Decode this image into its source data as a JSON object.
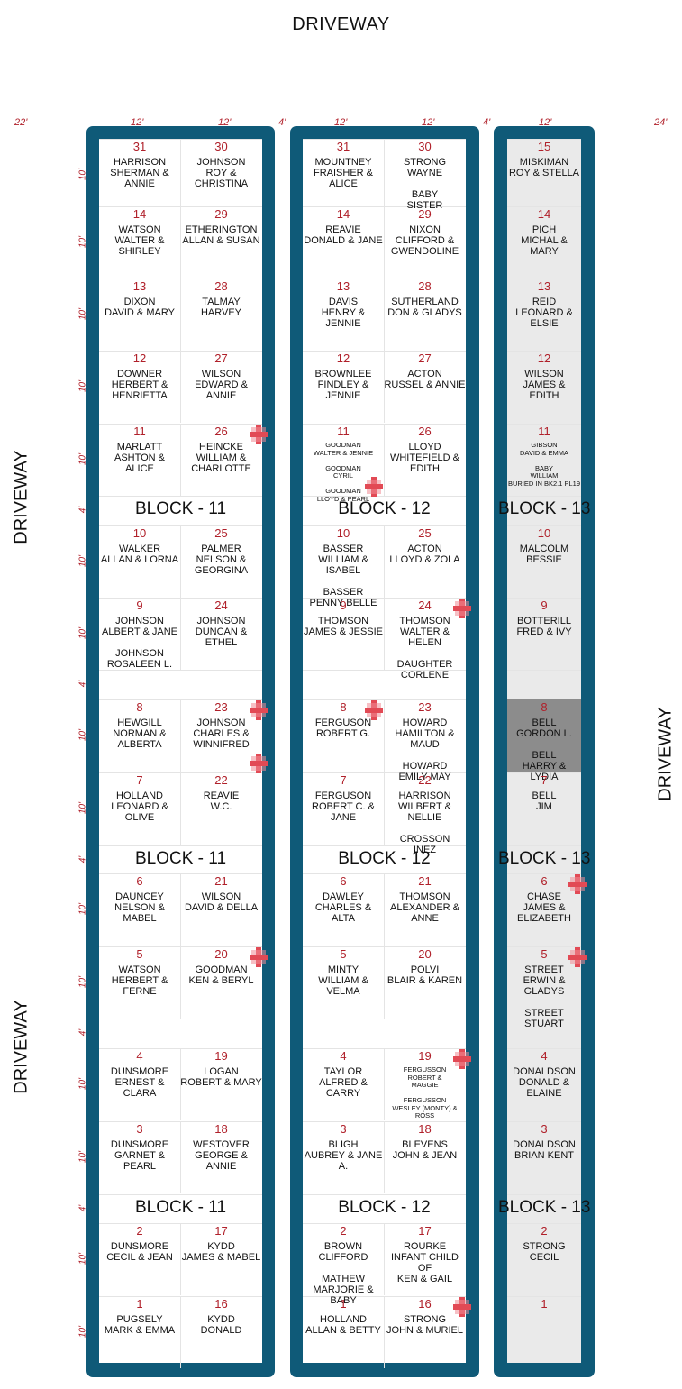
{
  "driveways": {
    "top": "DRIVEWAY",
    "left_upper": "DRIVEWAY",
    "left_lower": "DRIVEWAY",
    "right": "DRIVEWAY"
  },
  "measurements": {
    "col_left_margin": "22'",
    "col_a": "12'",
    "col_b": "12'",
    "gap1": "4'",
    "col_c": "12'",
    "col_d": "12'",
    "gap2": "4'",
    "col_e": "12'",
    "col_right_margin": "24'"
  },
  "row_labels": [
    "10'",
    "10'",
    "10'",
    "10'",
    "10'",
    "4'",
    "10'",
    "10'",
    "4'",
    "10'",
    "10'",
    "4'",
    "10'",
    "10'",
    "4'",
    "10'",
    "10'",
    "4'",
    "10'",
    "10'"
  ],
  "blocks": [
    {
      "labels": [
        "BLOCK - 11",
        "BLOCK - 11",
        "BLOCK - 11"
      ],
      "left": [
        {
          "num": "31",
          "name": "HARRISON\nSHERMAN & ANNIE"
        },
        {
          "num": "14",
          "name": "WATSON\nWALTER & SHIRLEY"
        },
        {
          "num": "13",
          "name": "DIXON\nDAVID & MARY"
        },
        {
          "num": "12",
          "name": "DOWNER\nHERBERT &\nHENRIETTA"
        },
        {
          "num": "11",
          "name": "MARLATT\nASHTON & ALICE"
        },
        {
          "num": "10",
          "name": "WALKER\nALLAN & LORNA"
        },
        {
          "num": "9",
          "name": "JOHNSON\nALBERT & JANE\n\nJOHNSON\nROSALEEN L."
        },
        {
          "num": "8",
          "name": "HEWGILL\nNORMAN &\nALBERTA"
        },
        {
          "num": "7",
          "name": "HOLLAND\nLEONARD & OLIVE"
        },
        {
          "num": "6",
          "name": "DAUNCEY\nNELSON & MABEL"
        },
        {
          "num": "5",
          "name": "WATSON\nHERBERT & FERNE"
        },
        {
          "num": "4",
          "name": "DUNSMORE\nERNEST & CLARA"
        },
        {
          "num": "3",
          "name": "DUNSMORE\nGARNET & PEARL"
        },
        {
          "num": "2",
          "name": "DUNSMORE\nCECIL & JEAN"
        },
        {
          "num": "1",
          "name": "PUGSELY\nMARK & EMMA"
        }
      ],
      "right": [
        {
          "num": "30",
          "name": "JOHNSON\nROY & CHRISTINA"
        },
        {
          "num": "29",
          "name": "ETHERINGTON\nALLAN & SUSAN"
        },
        {
          "num": "28",
          "name": "TALMAY\nHARVEY"
        },
        {
          "num": "27",
          "name": "WILSON\nEDWARD & ANNIE"
        },
        {
          "num": "26",
          "name": "HEINCKE\nWILLIAM &\nCHARLOTTE"
        },
        {
          "num": "25",
          "name": "PALMER\nNELSON &\nGEORGINA"
        },
        {
          "num": "24",
          "name": "JOHNSON\nDUNCAN & ETHEL"
        },
        {
          "num": "23",
          "name": "JOHNSON\nCHARLES &\nWINNIFRED"
        },
        {
          "num": "22",
          "name": "REAVIE\nW.C."
        },
        {
          "num": "21",
          "name": "WILSON\nDAVID & DELLA"
        },
        {
          "num": "20",
          "name": "GOODMAN\nKEN & BERYL"
        },
        {
          "num": "19",
          "name": "LOGAN\nROBERT & MARY"
        },
        {
          "num": "18",
          "name": "WESTOVER\nGEORGE & ANNIE"
        },
        {
          "num": "17",
          "name": "KYDD\nJAMES & MABEL"
        },
        {
          "num": "16",
          "name": "KYDD\nDONALD"
        }
      ]
    },
    {
      "labels": [
        "BLOCK - 12",
        "BLOCK - 12",
        "BLOCK - 12"
      ],
      "left": [
        {
          "num": "31",
          "name": "MOUNTNEY\nFRAISHER & ALICE"
        },
        {
          "num": "14",
          "name": "REAVIE\nDONALD & JANE"
        },
        {
          "num": "13",
          "name": "DAVIS\nHENRY & JENNIE"
        },
        {
          "num": "12",
          "name": "BROWNLEE\nFINDLEY & JENNIE"
        },
        {
          "num": "11",
          "name": "GOODMAN\nWALTER & JENNIE\n\nGOODMAN\nCYRIL\n\nGOODMAN\nLLOYD & PEARL"
        },
        {
          "num": "10",
          "name": "BASSER\nWILLIAM & ISABEL\n\nBASSER\nPENNY BELLE"
        },
        {
          "num": "9",
          "name": "THOMSON\nJAMES & JESSIE"
        },
        {
          "num": "8",
          "name": "FERGUSON\nROBERT  G."
        },
        {
          "num": "7",
          "name": "FERGUSON\nROBERT  C. & JANE"
        },
        {
          "num": "6",
          "name": "DAWLEY\nCHARLES & ALTA"
        },
        {
          "num": "5",
          "name": "MINTY\nWILLIAM & VELMA"
        },
        {
          "num": "4",
          "name": "TAYLOR\nALFRED & CARRY"
        },
        {
          "num": "3",
          "name": "BLIGH\nAUBREY & JANE A."
        },
        {
          "num": "2",
          "name": "BROWN\nCLIFFORD\n\nMATHEW\nMARJORIE & BABY"
        },
        {
          "num": "1",
          "name": "HOLLAND\nALLAN & BETTY"
        }
      ],
      "right": [
        {
          "num": "30",
          "name": "STRONG\nWAYNE\n\nBABY\nSISTER"
        },
        {
          "num": "29",
          "name": "NIXON\nCLIFFORD &\nGWENDOLINE"
        },
        {
          "num": "28",
          "name": "SUTHERLAND\nDON & GLADYS"
        },
        {
          "num": "27",
          "name": "ACTON\nRUSSEL & ANNIE"
        },
        {
          "num": "26",
          "name": "LLOYD\nWHITEFIELD &\nEDITH"
        },
        {
          "num": "25",
          "name": "ACTON\nLLOYD & ZOLA"
        },
        {
          "num": "24",
          "name": "THOMSON\nWALTER & HELEN\n\nDAUGHTER\nCORLENE"
        },
        {
          "num": "23",
          "name": "HOWARD\nHAMILTON & MAUD\n\nHOWARD\nEMILY MAY"
        },
        {
          "num": "22",
          "name": "HARRISON\nWILBERT & NELLIE\n\nCROSSON\nINEZ"
        },
        {
          "num": "21",
          "name": "THOMSON\nALEXANDER &\nANNE"
        },
        {
          "num": "20",
          "name": "POLVI\nBLAIR & KAREN"
        },
        {
          "num": "19",
          "name": "FERGUSSON\nROBERT &\nMAGGIE\n\nFERGUSSON\nWESLEY (MONTY) &\nROSS"
        },
        {
          "num": "18",
          "name": "BLEVENS\nJOHN & JEAN"
        },
        {
          "num": "17",
          "name": "ROURKE\nINFANT CHILD\nOF\nKEN & GAIL"
        },
        {
          "num": "16",
          "name": "STRONG\nJOHN & MURIEL"
        }
      ]
    },
    {
      "labels": [
        "BLOCK - 13",
        "BLOCK - 13",
        "BLOCK - 13"
      ],
      "single": [
        {
          "num": "15",
          "name": "MISKIMAN\nROY & STELLA"
        },
        {
          "num": "14",
          "name": "PICH\nMICHAL & MARY"
        },
        {
          "num": "13",
          "name": "REID\nLEONARD & ELSIE"
        },
        {
          "num": "12",
          "name": "WILSON\nJAMES & EDITH"
        },
        {
          "num": "11",
          "name": "GIBSON\nDAVID & EMMA\n\nBABY\nWILLIAM\nBURIED IN BK2.1 PL19"
        },
        {
          "num": "10",
          "name": "MALCOLM\nBESSIE"
        },
        {
          "num": "9",
          "name": "BOTTERILL\nFRED & IVY"
        },
        {
          "num": "8",
          "name": "BELL\nGORDON L.\n\nBELL\nHARRY & LYDIA"
        },
        {
          "num": "7",
          "name": "BELL\nJIM"
        },
        {
          "num": "6",
          "name": "CHASE\nJAMES &\nELIZABETH"
        },
        {
          "num": "5",
          "name": "STREET\nERWIN & GLADYS\n\nSTREET\nSTUART"
        },
        {
          "num": "4",
          "name": "DONALDSON\nDONALD & ELAINE"
        },
        {
          "num": "3",
          "name": "DONALDSON\nBRIAN KENT"
        },
        {
          "num": "2",
          "name": "STRONG\nCECIL"
        },
        {
          "num": "1",
          "name": ""
        }
      ]
    }
  ],
  "colors": {
    "frame": "#0f5a78",
    "number": "#b0202a",
    "marker": "#e24a55",
    "highlight": "#8c8c8c",
    "gray_fill": "#eaeaea"
  }
}
